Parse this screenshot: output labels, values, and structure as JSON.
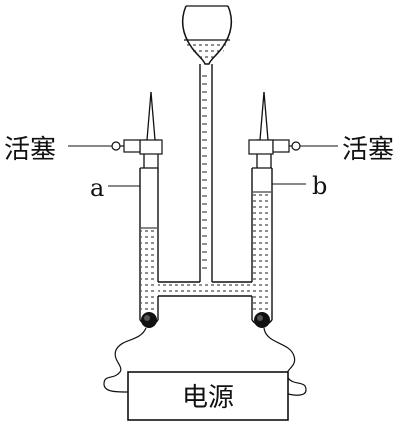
{
  "labels": {
    "stopcock_left": "活塞",
    "stopcock_right": "活塞",
    "tube_a": "a",
    "tube_b": "b",
    "power_supply": "电源"
  }
}
